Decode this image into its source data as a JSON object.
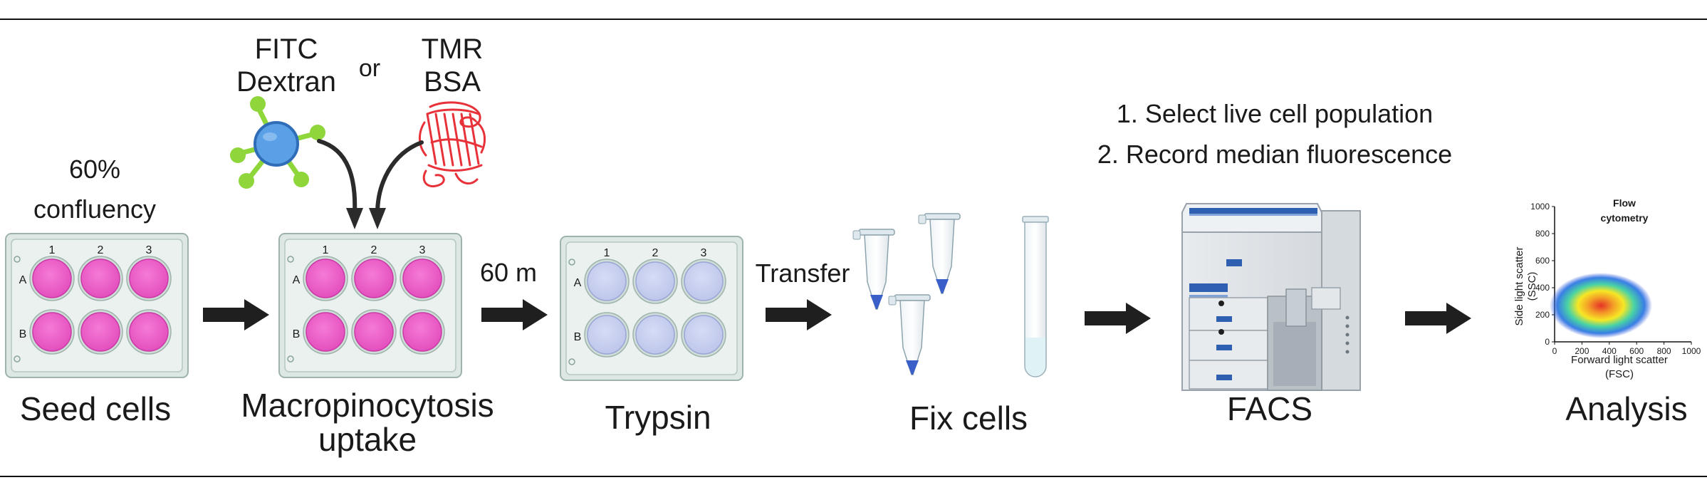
{
  "labels": {
    "step1": "Seed cells",
    "step2_line1": "Macropinocytosis",
    "step2_line2": "uptake",
    "step3": "Trypsin",
    "step4": "Fix cells",
    "step5": "FACS",
    "step6": "Analysis",
    "confluency_line1": "60%",
    "confluency_line2": "confluency",
    "fitc_line1": "FITC",
    "fitc_line2": "Dextran",
    "or": "or",
    "tmr_line1": "TMR",
    "tmr_line2": "BSA",
    "time": "60 m",
    "transfer": "Transfer",
    "instruction1": "1. Select live cell population",
    "instruction2": "2. Record median fluorescence"
  },
  "plate": {
    "columns": [
      "1",
      "2",
      "3"
    ],
    "rows": [
      "A",
      "B"
    ]
  },
  "colors": {
    "well_pink": "#ee5fc8",
    "well_lavender": "#c9d0ef",
    "fitc_center": "#5aa0e6",
    "fitc_arms": "#8ed63a",
    "bsa": "#e8323a",
    "arrow": "#1f1f1f",
    "tube_liquid": "#3a5fc8"
  },
  "flow_plot": {
    "title_line1": "Flow",
    "title_line2": "cytometry",
    "xlabel_line1": "Forward light scatter",
    "xlabel_line2": "(FSC)",
    "ylabel_line1": "Side light scatter",
    "ylabel_line2": "(SSC)",
    "x_ticks": [
      "0",
      "200",
      "400",
      "600",
      "800",
      "1000"
    ],
    "y_ticks": [
      "0",
      "200",
      "400",
      "600",
      "800",
      "1000"
    ]
  }
}
